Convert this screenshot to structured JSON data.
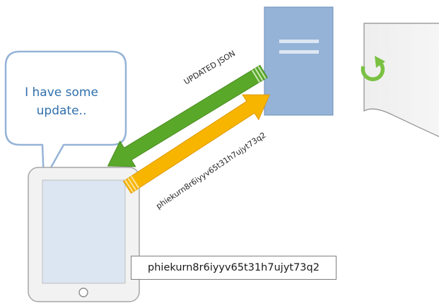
{
  "bubble": {
    "text_line1": "I have some",
    "text_line2": "update.."
  },
  "green_arrow": {
    "label": "UPDATED JSON",
    "color": "#5aa82a"
  },
  "orange_arrow": {
    "label": "phiekurn8r6iyyv65t31h7ujyt73q2",
    "color": "#f7b500"
  },
  "token_box": {
    "text": "phiekurn8r6iyyv65t31h7ujyt73q2"
  },
  "colors": {
    "server": "#95b3d7",
    "tablet_screen": "#dce6f2",
    "bubble_outline": "#95b3d7",
    "refresh": "#7ac143",
    "document": "#f2f2f2"
  }
}
